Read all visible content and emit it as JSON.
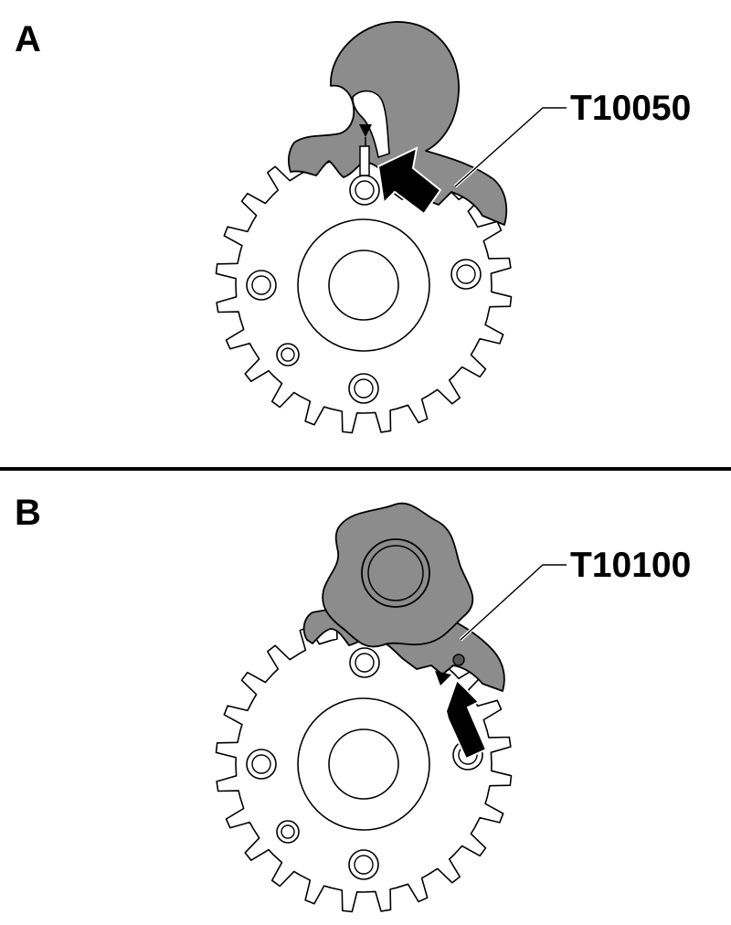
{
  "colors": {
    "background": "#ffffff",
    "line": "#000000",
    "tool_fill": "#8c8c8c",
    "arrow_fill": "#000000"
  },
  "panels": [
    {
      "letter": "A",
      "tool_label": "T10050"
    },
    {
      "letter": "B",
      "tool_label": "T10100"
    }
  ],
  "icons": {
    "sprocket": "camshaft-sprocket-icon",
    "tool_a": "locking-tool-hook-icon",
    "tool_b": "locking-tool-knob-icon",
    "arrow": "direction-arrow-icon"
  }
}
